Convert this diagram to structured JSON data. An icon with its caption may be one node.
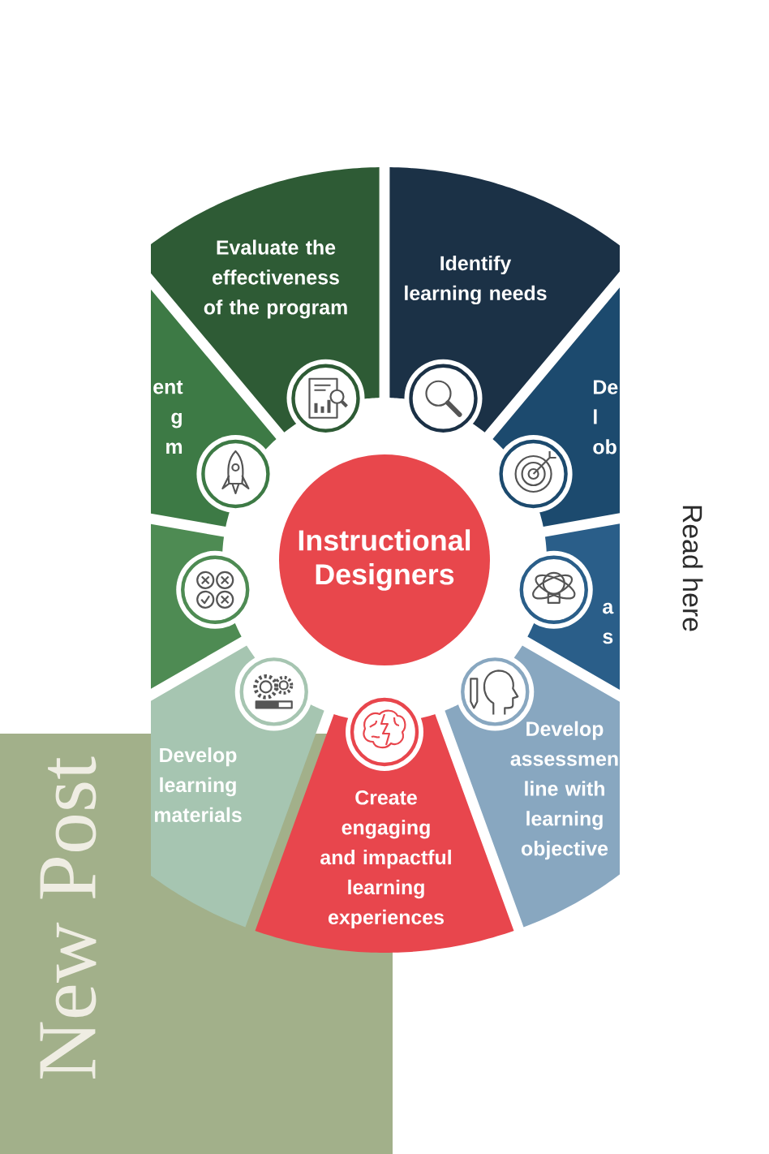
{
  "diagram": {
    "nodes": [
      {
        "text": [
          "Instructional Designers"
        ]
      },
      {
        "text": [
          "Identify learning needs"
        ]
      },
      {
        "text": [
          "De l ob"
        ]
      },
      {
        "text": [
          "a s"
        ]
      },
      {
        "text": [
          "Develop assessmen line with learning objective"
        ]
      },
      {
        "text": [
          "Create engaging and impactful learning experiences"
        ]
      },
      {
        "text": [
          "Develop learning materials"
        ]
      },
      {
        "text": [],
        "shape": "wedge"
      },
      {
        "text": [
          "ent g m"
        ]
      },
      {
        "text": [
          "Evaluate the effectiveness of the program"
        ]
      },
      {
        "text": [
          "New Post"
        ]
      }
    ],
    "labels": [
      "Read here"
    ]
  }
}
